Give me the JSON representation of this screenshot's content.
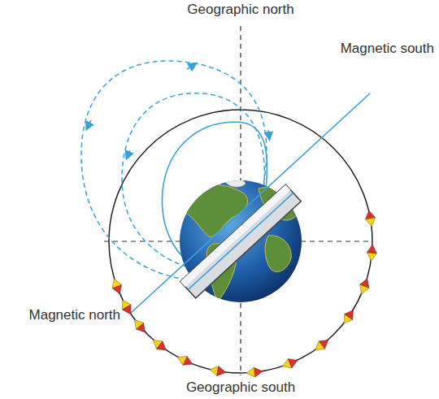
{
  "diagram": {
    "labels": [
      "Geographic north",
      "Magnetic south",
      "Magnetic north",
      "Geographic south"
    ]
  }
}
